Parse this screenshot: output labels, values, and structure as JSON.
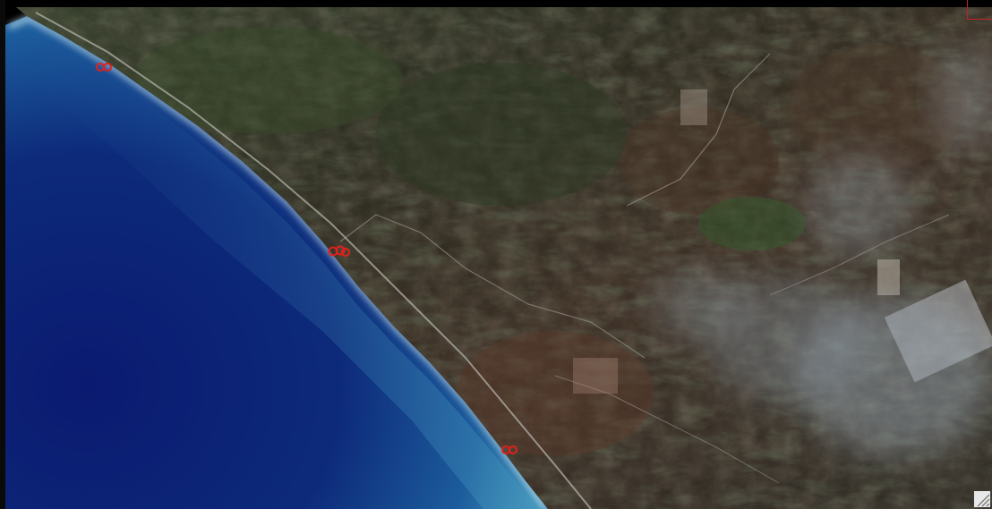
{
  "map": {
    "markers": [
      {
        "id": "marker-1"
      },
      {
        "id": "marker-2"
      },
      {
        "id": "marker-3"
      }
    ]
  },
  "colors": {
    "ocean_deep": "#0a1560",
    "ocean_shallow": "#2f7fb0",
    "surf": "#cfe6f0",
    "land_dark": "#2e2a20",
    "land_veg": "#3d4a2c",
    "land_brown": "#4a3526",
    "haze": "#8a9aa6",
    "marker": "#e0201c",
    "frame": "#c0202a"
  },
  "icons": {
    "resize": "resize-grip-icon",
    "marker": "map-marker-icon"
  }
}
